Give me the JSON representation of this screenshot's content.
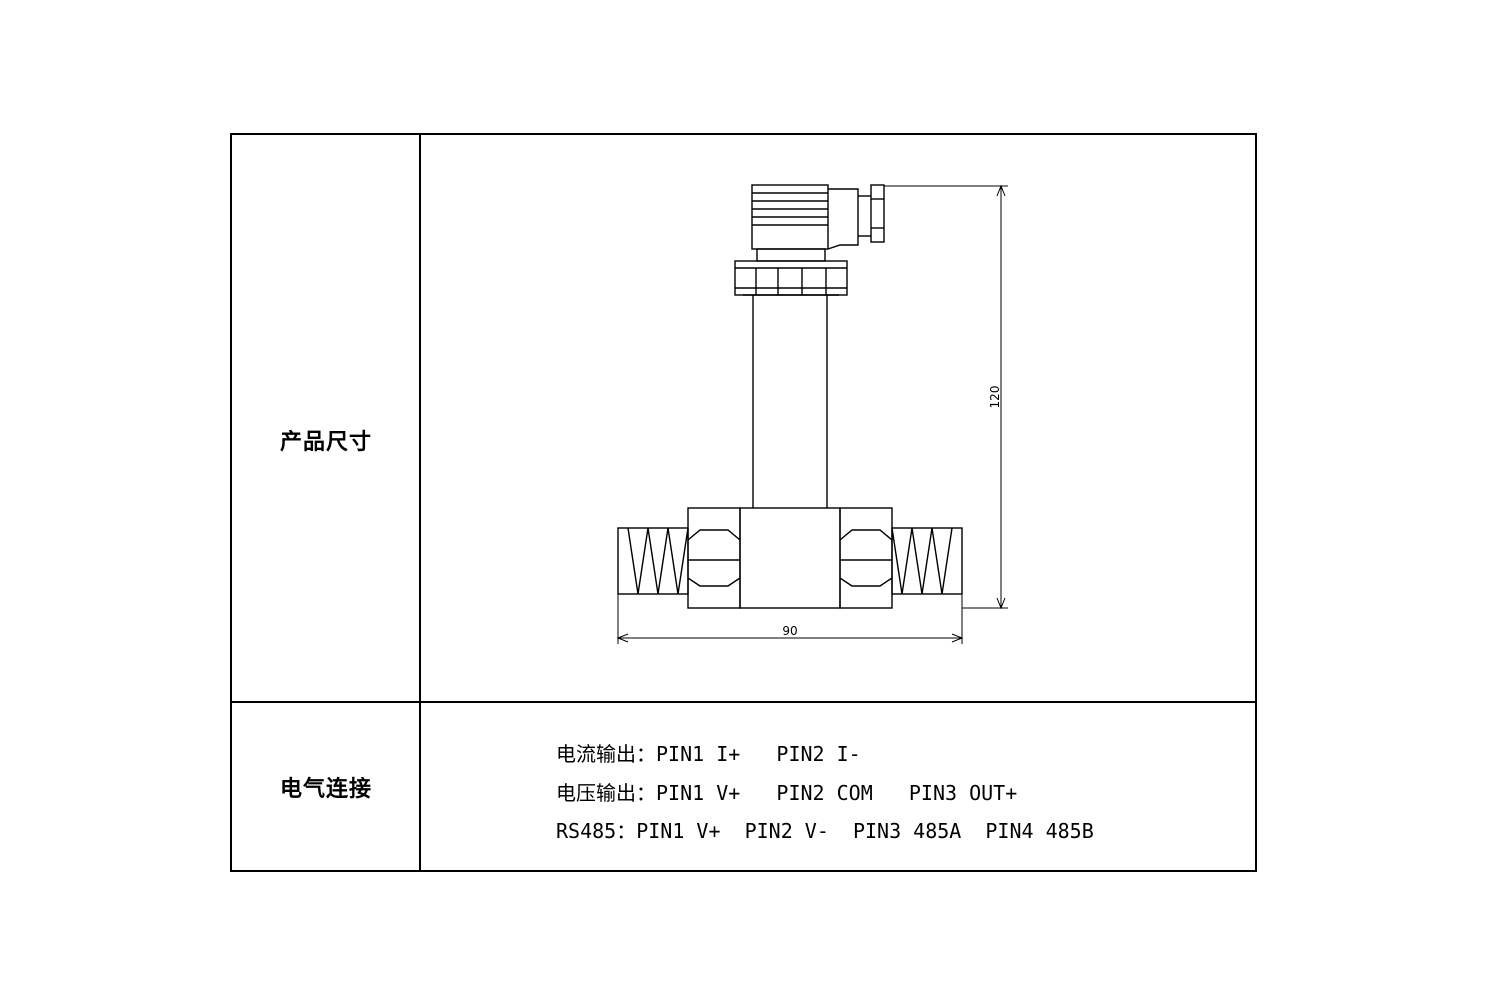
{
  "table": {
    "rows": [
      {
        "label": "产品尺寸"
      },
      {
        "label": "电气连接"
      }
    ]
  },
  "drawing": {
    "dimension_height": "120",
    "dimension_width": "90"
  },
  "electrical": {
    "lines": [
      "电流输出：PIN1 I+   PIN2 I-",
      "电压输出：PIN1 V+   PIN2 COM   PIN3 OUT+",
      "RS485：PIN1 V+  PIN2 V-  PIN3 485A  PIN4 485B"
    ]
  }
}
